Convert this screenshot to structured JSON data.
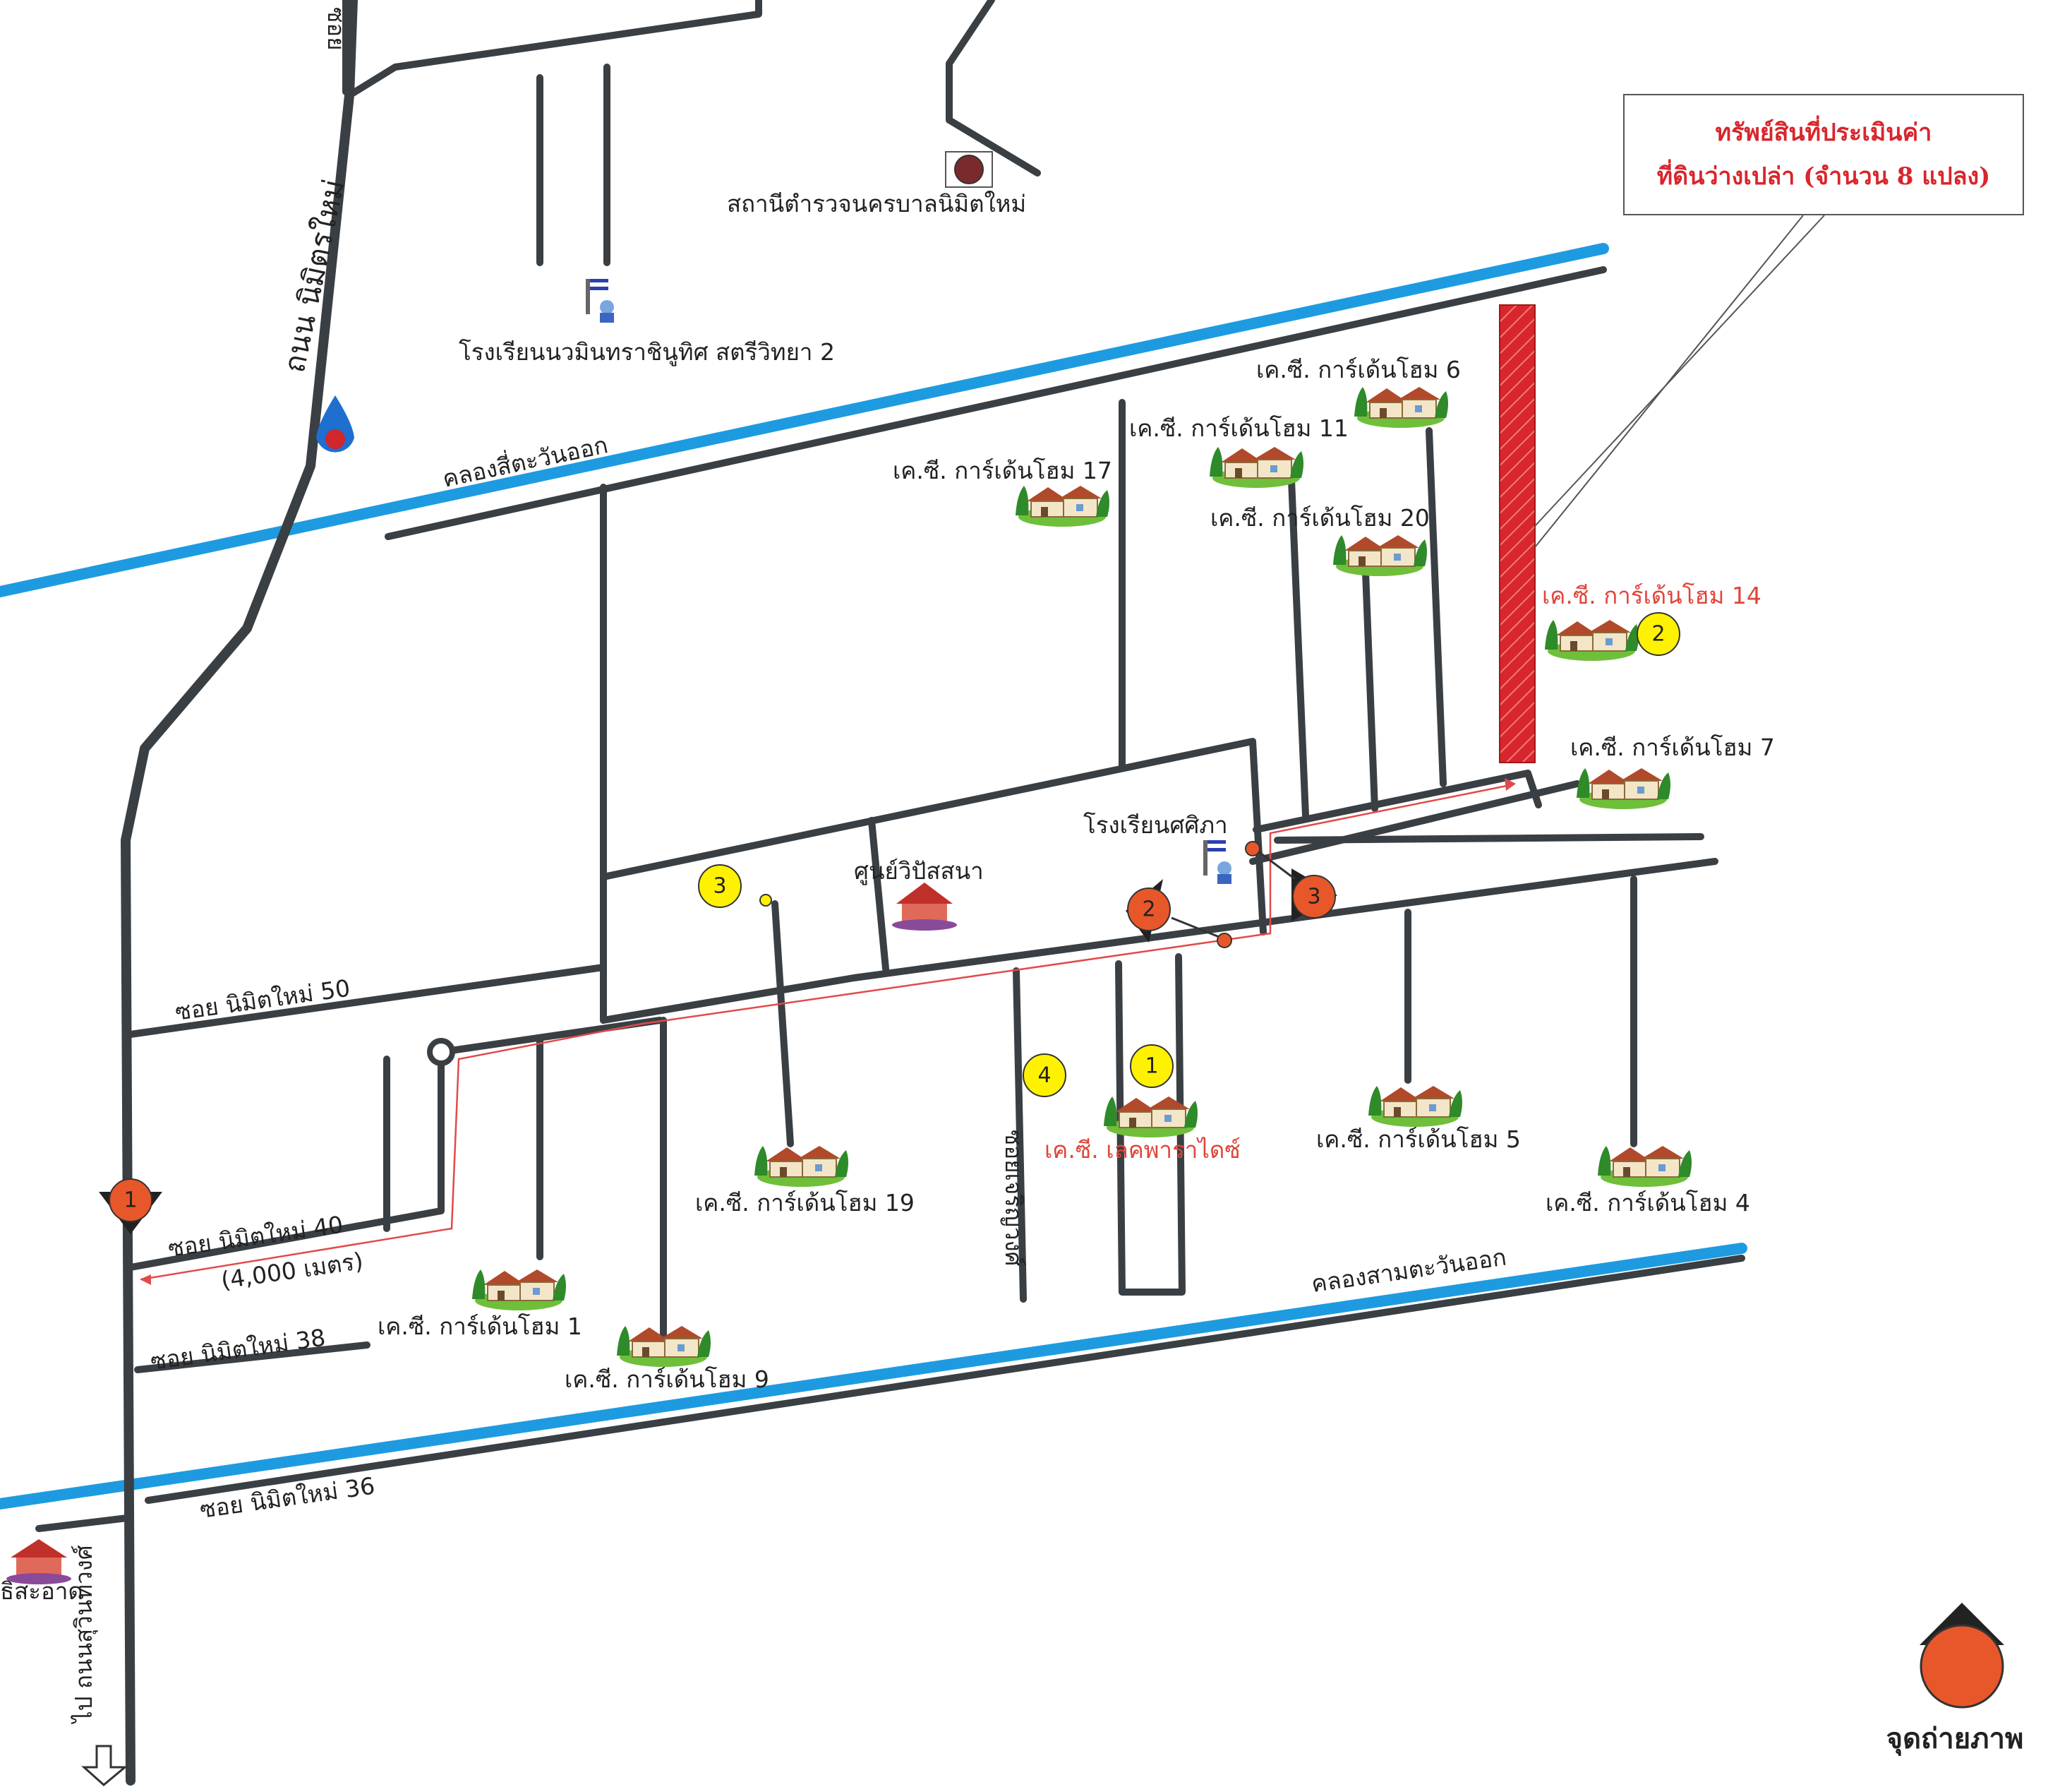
{
  "roads": {
    "nimit_mai": "ถนน นิมิตรใหม่",
    "soi_top": "ซอย",
    "soi_50": "ซอย นิมิตใหม่ 50",
    "soi_40": "ซอย นิมิตใหม่ 40",
    "soi_38": "ซอย นิมิตใหม่ 38",
    "soi_36": "ซอย นิมิตใหม่ 36",
    "sukhumvit": "ไป ถนนสุวินทวงศ์",
    "soi_vertical": "ซอยเจริญวงศ์"
  },
  "canals": {
    "khlong_4": "คลองสี่ตะวันออก",
    "khlong_3": "คลองสามตะวันออก"
  },
  "landmarks": {
    "police": "สถานีตำรวจนครบาลนิมิตใหม่",
    "school_top": "โรงเรียนนวมินทราชินูทิศ สตรีวิทยา 2",
    "school_mid": "โรงเรียนศศิภา",
    "meditation": "ศูนย์วิปัสสนา",
    "temple": "ธิสะอาด"
  },
  "villages": {
    "kc6": "เค.ซี. การ์เด้นโฮม 6",
    "kc11": "เค.ซี. การ์เด้นโฮม 11",
    "kc17": "เค.ซี. การ์เด้นโฮม 17",
    "kc20": "เค.ซี. การ์เด้นโฮม 20",
    "kc14": "เค.ซี. การ์เด้นโฮม 14",
    "kc7": "เค.ซี. การ์เด้นโฮม 7",
    "kc5": "เค.ซี. การ์เด้นโฮม 5",
    "kc4": "เค.ซี. การ์เด้นโฮม 4",
    "kc19": "เค.ซี. การ์เด้นโฮม 19",
    "kc1": "เค.ซี. การ์เด้นโฮม 1",
    "kc9": "เค.ซี. การ์เด้นโฮม 9",
    "lake": "เค.ซี. เลคพาราไดซ์"
  },
  "distance": "(4,000 เมตร)",
  "callout": {
    "line1": "ทรัพย์สินที่ประเมินค่า",
    "line2": "ที่ดินว่างเปล่า (จำนวน 8 แปลง)"
  },
  "markers": {
    "y1": "1",
    "y2": "2",
    "y3": "3",
    "y4": "4",
    "o1": "1",
    "o2": "2",
    "o3": "3"
  },
  "legend": {
    "label": "จุดถ่ายภาพ"
  },
  "colors": {
    "canal": "#1e9be0",
    "road": "#3a3f44",
    "property": "#d8262c",
    "marker_yellow": "#fff200",
    "marker_orange": "#e8572a"
  }
}
